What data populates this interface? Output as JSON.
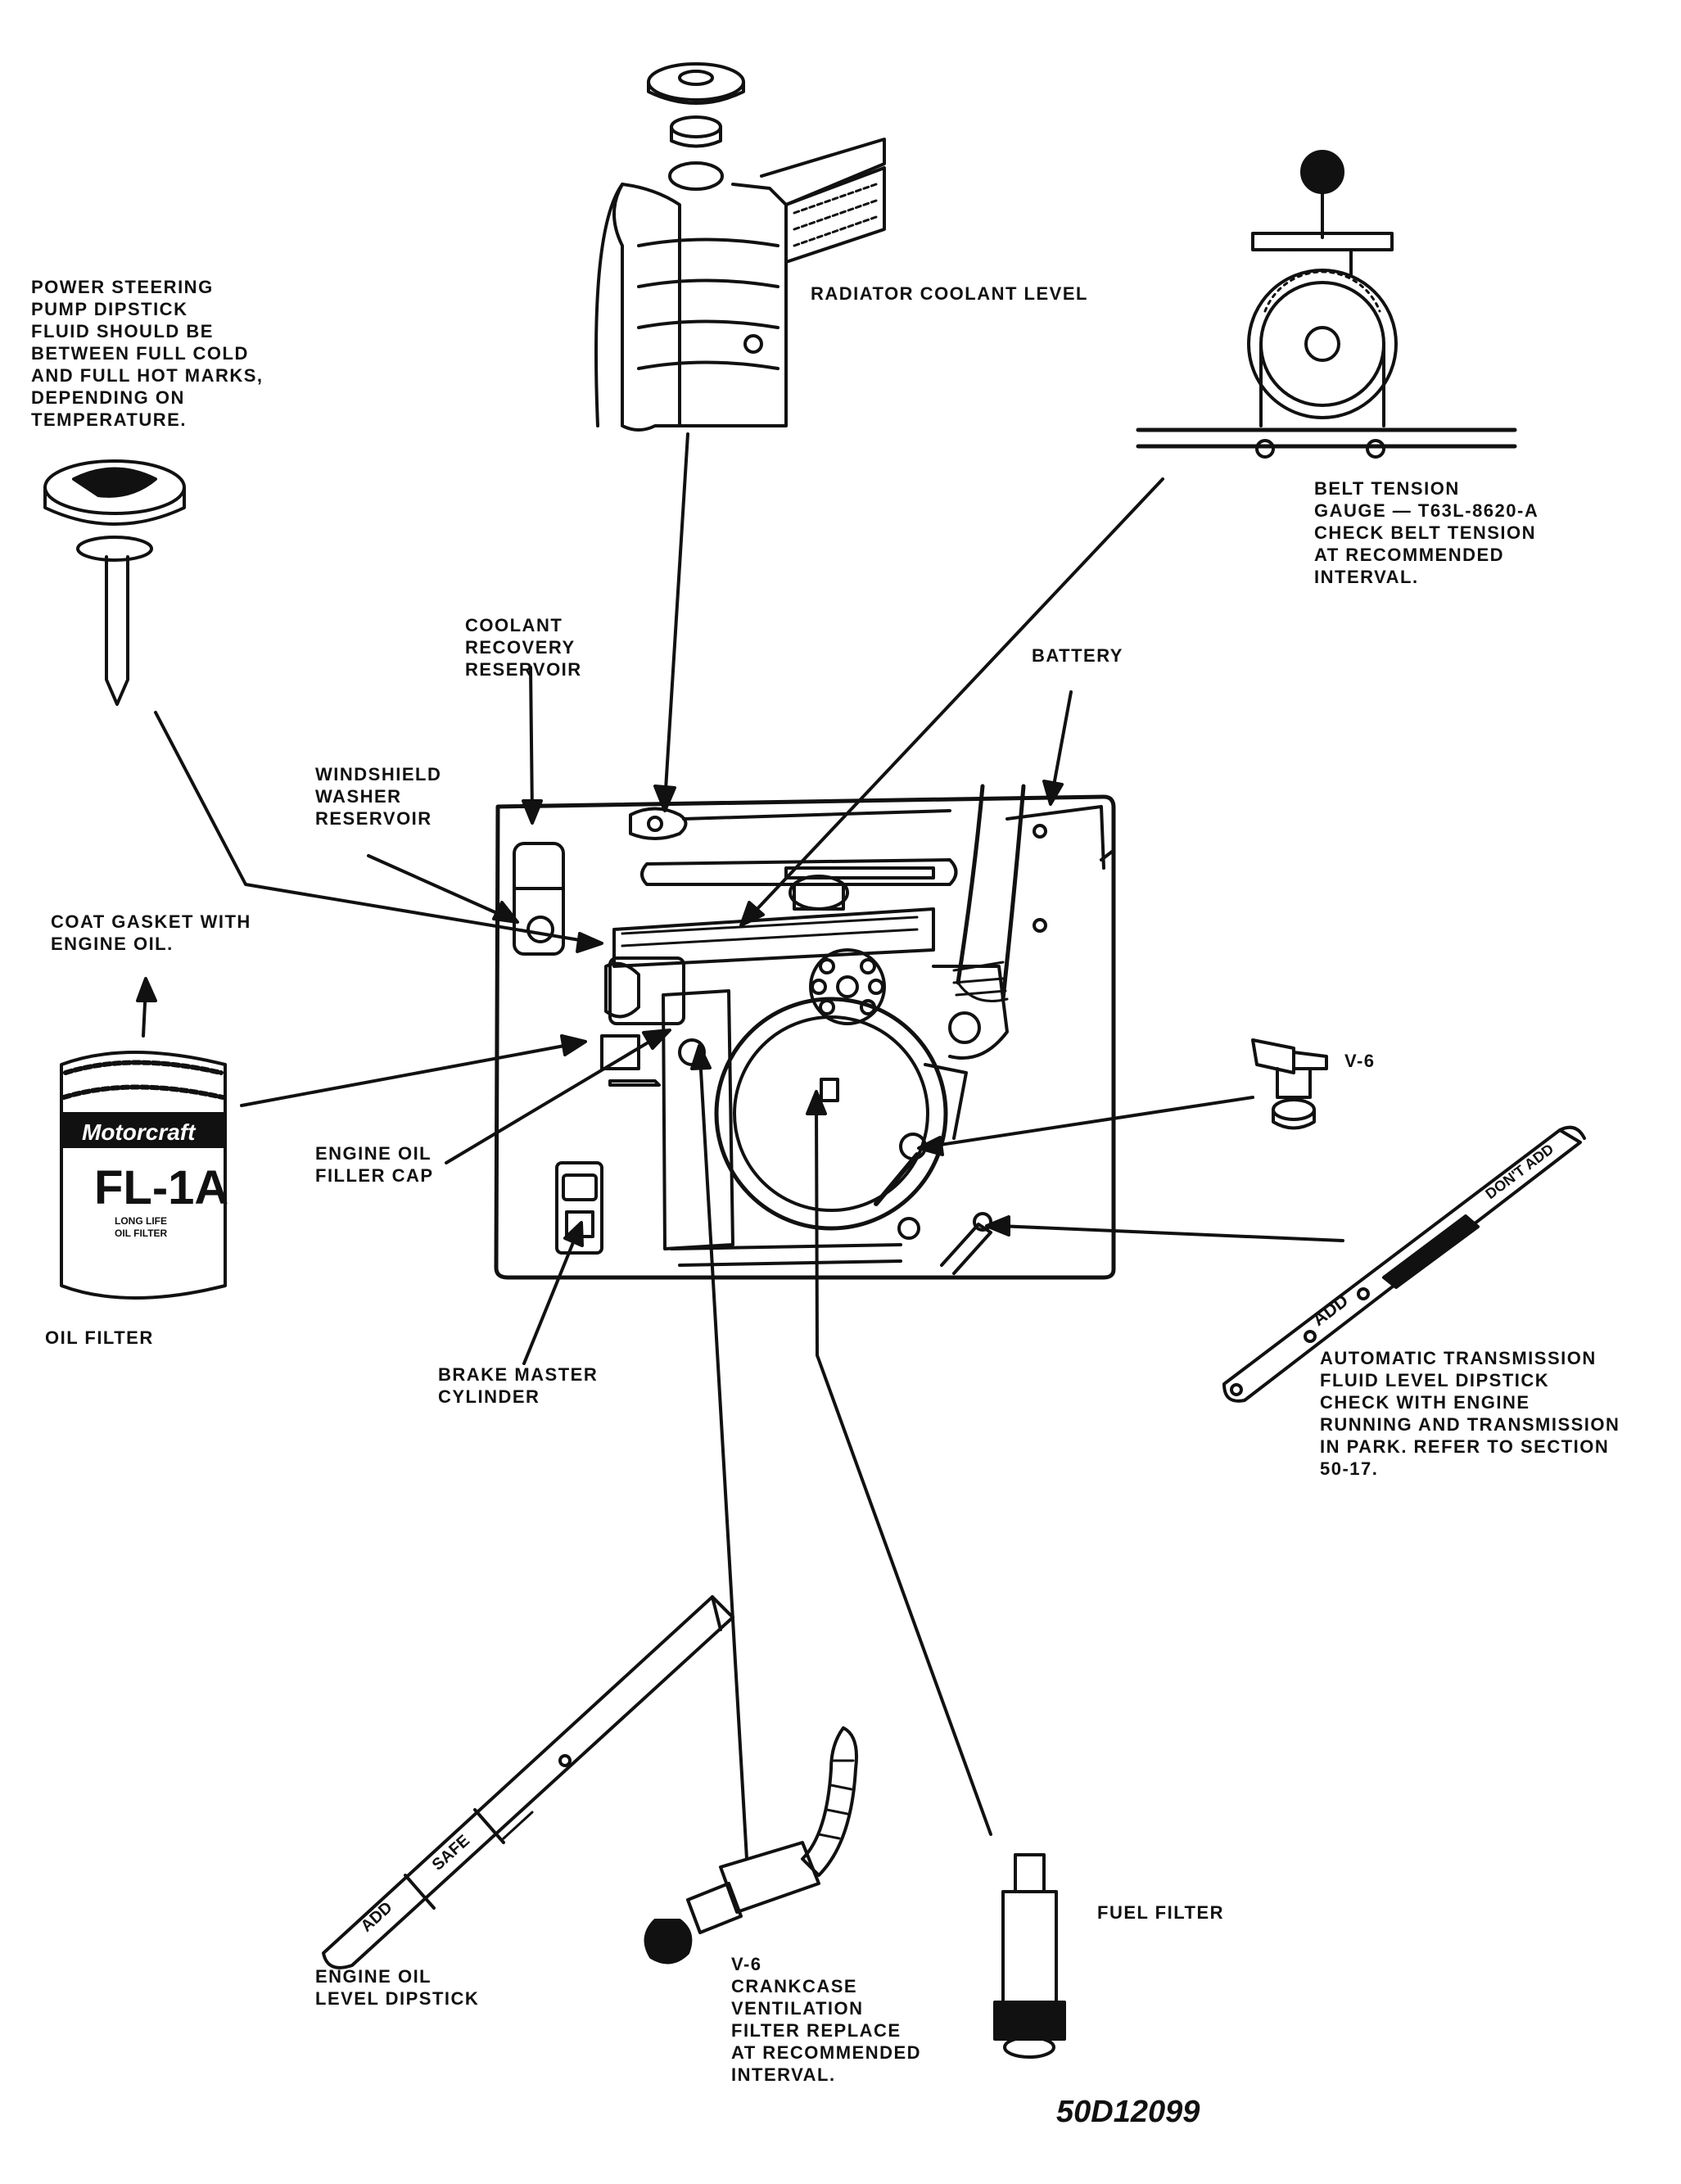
{
  "labels": {
    "power_steering": [
      "POWER STEERING",
      "PUMP DIPSTICK",
      "FLUID SHOULD BE",
      "BETWEEN FULL COLD",
      "AND FULL HOT MARKS,",
      "DEPENDING ON",
      "TEMPERATURE."
    ],
    "radiator": [
      "RADIATOR COOLANT LEVEL"
    ],
    "belt_tension": [
      "BELT TENSION",
      "GAUGE — T63L-8620-A",
      "CHECK BELT TENSION",
      "AT RECOMMENDED",
      "INTERVAL."
    ],
    "coolant_recovery": [
      "COOLANT",
      "RECOVERY",
      "RESERVOIR"
    ],
    "battery": [
      "BATTERY"
    ],
    "windshield": [
      "WINDSHIELD",
      "WASHER",
      "RESERVOIR"
    ],
    "coat_gasket": [
      "COAT GASKET WITH",
      "ENGINE OIL."
    ],
    "engine_oil_filler": [
      "ENGINE OIL",
      "FILLER CAP"
    ],
    "v6_top": [
      "V-6"
    ],
    "oil_filter": [
      "OIL FILTER"
    ],
    "brake_master": [
      "BRAKE MASTER",
      "CYLINDER"
    ],
    "transmission": [
      "AUTOMATIC TRANSMISSION",
      "FLUID LEVEL DIPSTICK",
      "CHECK WITH ENGINE",
      "RUNNING AND TRANSMISSION",
      "IN PARK. REFER TO SECTION",
      "50-17."
    ],
    "engine_oil_dipstick": [
      "ENGINE OIL",
      "LEVEL DIPSTICK"
    ],
    "crankcase": [
      "V-6",
      "CRANKCASE",
      "VENTILATION",
      "FILTER REPLACE",
      "AT RECOMMENDED",
      "INTERVAL."
    ],
    "fuel_filter": [
      "FUEL FILTER"
    ]
  },
  "figure_id": "50D12099",
  "part_markings": {
    "oil_filter_brand": "Motorcraft",
    "oil_filter_model": "FL-1A",
    "oil_filter_sub": [
      "LONG LIFE",
      "OIL FILTER"
    ],
    "dipstick_add": "ADD",
    "dipstick_safe": "SAFE",
    "trans_add": "ADD",
    "trans_dont_add": "DON'T ADD"
  }
}
